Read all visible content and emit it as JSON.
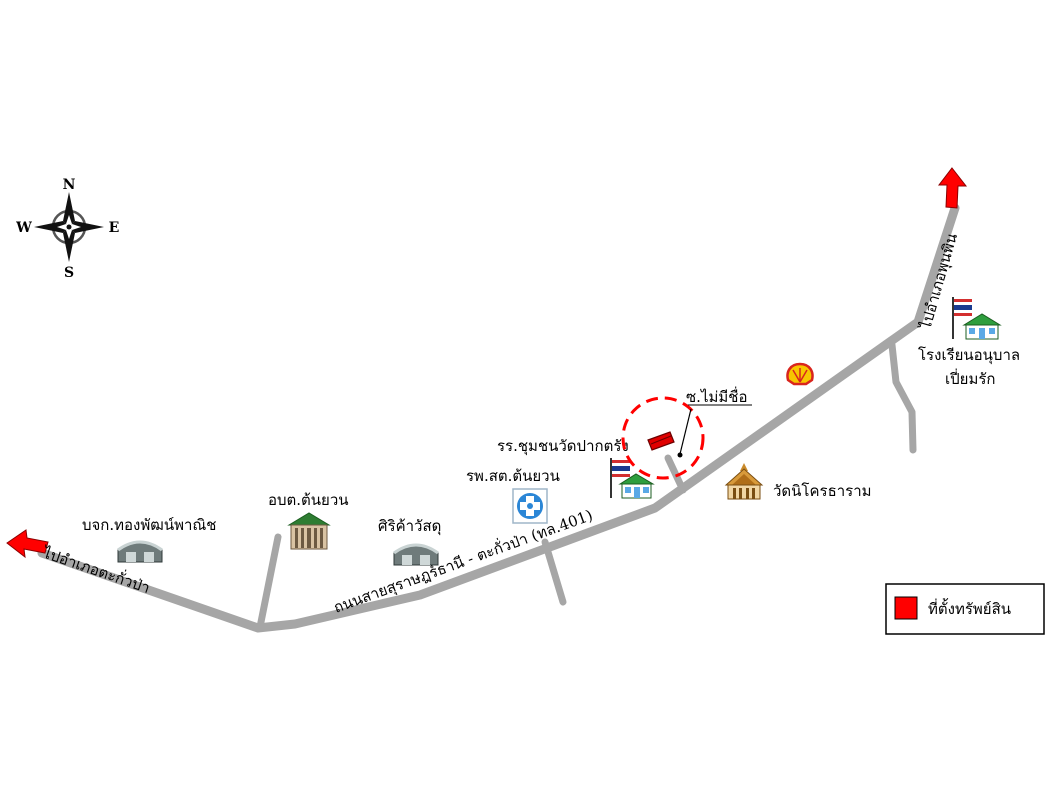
{
  "compass": {
    "north": "N",
    "south": "S",
    "east": "E",
    "west": "W"
  },
  "roads": {
    "main": "ถนนสายสุราษฎร์ธานี - ตะกั่วป่า (ทล.401)",
    "to_west": "ไปอำเภอตะกั่วป่า",
    "to_north": "ไปอำเภอพุนพิน",
    "soi": "ซ.ไม่มีชื่อ"
  },
  "places": {
    "company": "บจก.ทองพัฒน์พาณิช",
    "sao": "อบต.ต้นยวน",
    "hardware": "ศิริค้าวัสดุ",
    "hospital": "รพ.สต.ต้นยวน",
    "school_wat": "รร.ชุมชนวัดปากตรัง",
    "temple": "วัดนิโครธาราม",
    "kindergarten_line1": "โรงเรียนอนุบาล",
    "kindergarten_line2": "เปี่ยมรัก"
  },
  "legend": {
    "property": "ที่ตั้งทรัพย์สิน"
  },
  "icons": {
    "compass": "compass-icon",
    "arrow_west": "arrow-left-icon",
    "arrow_north": "arrow-up-icon",
    "warehouse": "warehouse-icon",
    "government": "government-building-icon",
    "hospital": "hospital-icon",
    "school": "school-flag-icon",
    "temple": "temple-icon",
    "fuel": "shell-station-icon",
    "property": "property-marker-icon"
  },
  "colors": {
    "road": "#a6a6a6",
    "arrow": "#ff0000",
    "property": "#ff0000",
    "highlight_circle": "#ff0000",
    "hospital": "#2b86d6",
    "building": "#7f7f7f",
    "roof_green": "#2e9e3e",
    "shell": "#f7c600"
  }
}
